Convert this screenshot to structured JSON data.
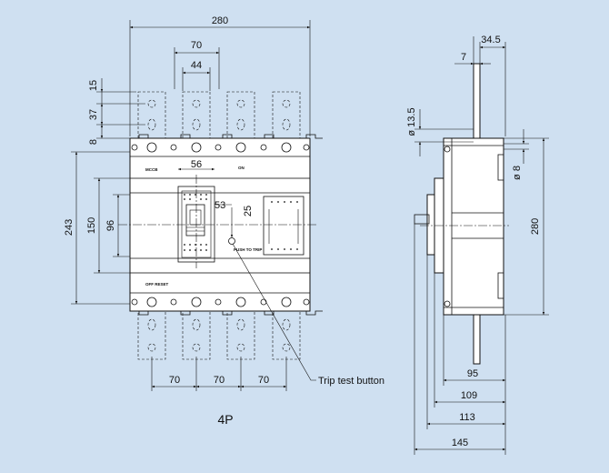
{
  "diagram": {
    "pole_label": "4P",
    "callout": "Trip test button",
    "nameplate": {
      "brand": "MCCB",
      "mark": "ON",
      "reset": "OFF RESET",
      "push": "PUSH TO TRIP"
    },
    "front_view": {
      "overall_width": "280",
      "terminal_pitch_pair": "70",
      "terminal_width": "44",
      "hole_spacing_top": "15",
      "hole_spacing_mid": "37",
      "edge_to_hole": "8",
      "handle_frame_width": "56",
      "handle_offset": "53",
      "button_offset": "25",
      "height_overall": "243",
      "height_cover": "150",
      "height_window": "96",
      "bottom_pitch": [
        "70",
        "70",
        "70"
      ]
    },
    "side_view": {
      "terminal_depth": "34.5",
      "terminal_thickness": "7",
      "hole_diameter": "ø 13.5",
      "pin_diameter": "ø 8",
      "height": "280",
      "depths": [
        "95",
        "109",
        "113",
        "145"
      ]
    }
  }
}
